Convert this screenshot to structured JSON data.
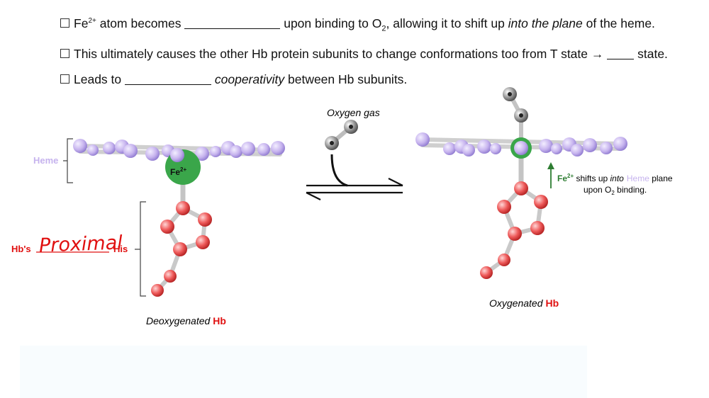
{
  "bullets": [
    {
      "prefix": "Fe",
      "sup": "2+",
      "part1": " atom becomes ",
      "part2": " upon binding to O",
      "sub": "2",
      "part3": ", allowing it to shift up ",
      "italic": "into the plane",
      "part4": " of the heme."
    },
    {
      "part1": "This ultimately causes the other Hb protein subunits to change conformations too from T state ",
      "arrow": "→",
      "part2": " state."
    },
    {
      "part1": "Leads to ",
      "italic": "cooperativity",
      "part2": " between Hb subunits."
    }
  ],
  "diagram": {
    "heme_label": "Heme",
    "fe_label": "Fe",
    "fe_sup": "2+",
    "his_prefix": "Hb's",
    "his_handwritten": "Proximal",
    "his_suffix": "His",
    "deoxy_label": "Deoxygenated",
    "oxy_label": "Oxygenated",
    "hb_label": "Hb",
    "oxygen_gas_label": "Oxygen gas",
    "shift_fe": "Fe",
    "shift_sup": "2+",
    "shift_text1": " shifts up ",
    "shift_italic": "into",
    "shift_heme": "Heme",
    "shift_plane": " plane",
    "shift_line2a": "upon O",
    "shift_line2sub": "2",
    "shift_line2b": " binding."
  },
  "colors": {
    "heme": "#c6b3ee",
    "iron": "#3aa64a",
    "histidine": "#e84848",
    "hb_red": "#e01010",
    "oxygen": "#808080",
    "shift_arrow": "#2e7d32"
  }
}
